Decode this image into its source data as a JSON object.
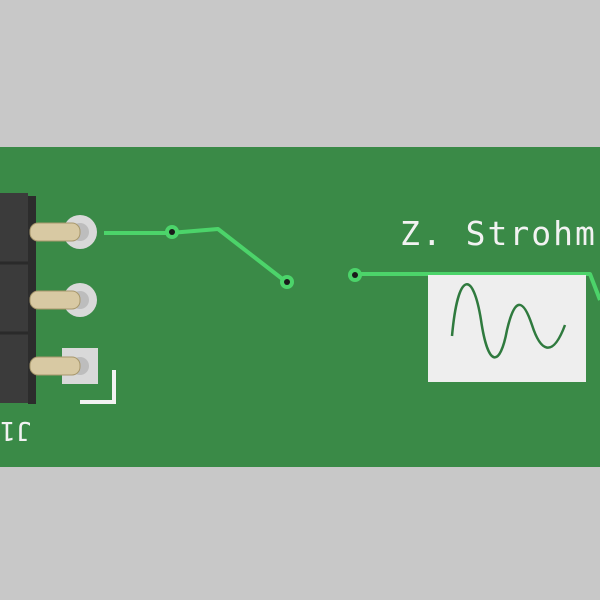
{
  "board": {
    "silkscreen_text": "Z. Strohm",
    "connector_ref": "J1",
    "colors": {
      "background": "#c8c8c8",
      "solder_mask": "#3a8a47",
      "trace": "#4cd46a",
      "silkscreen": "#f2f2f2",
      "connector_body": "#3b3b3b",
      "pin_metal": "#d8c9a3",
      "pad": "#d9d9d9"
    },
    "icons": [
      "sine-wave-logo"
    ]
  }
}
